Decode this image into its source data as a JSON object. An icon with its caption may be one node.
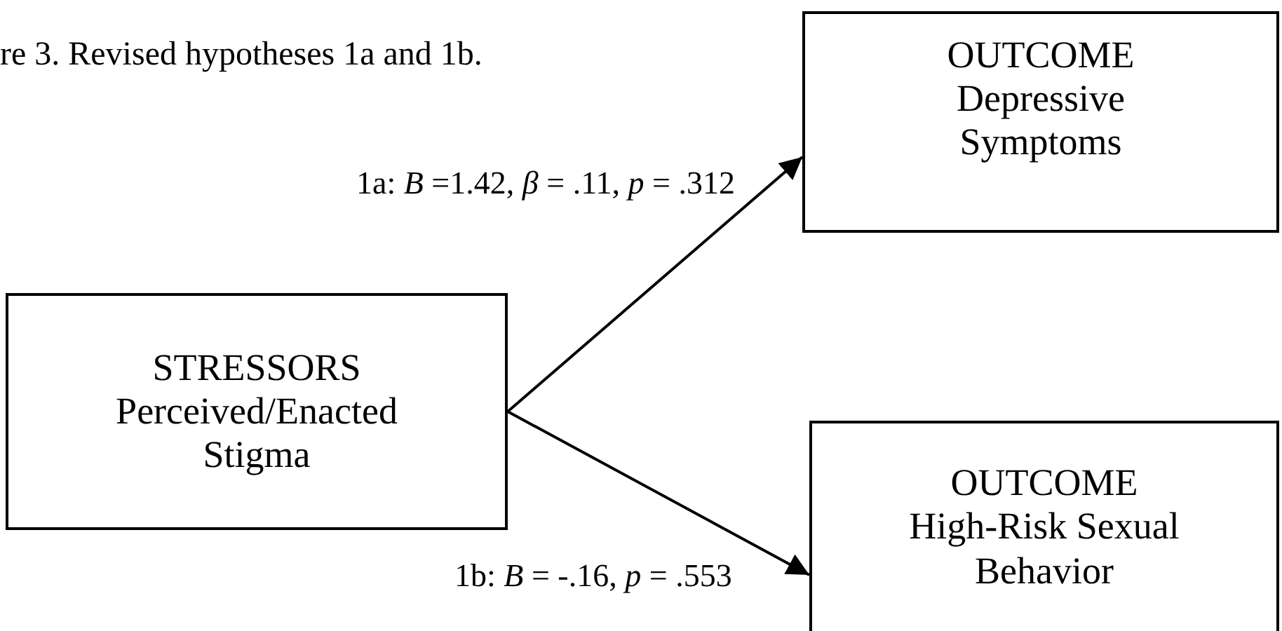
{
  "diagram": {
    "title": "re 3. Revised hypotheses 1a and 1b.",
    "nodes": [
      {
        "text": [
          "STRESSORS",
          "Perceived/Enacted Stigma"
        ]
      },
      {
        "text": [
          "OUTCOME",
          "Depressive Symptoms"
        ]
      },
      {
        "text": [
          "OUTCOME",
          "High-Risk Sexual Behavior"
        ]
      }
    ],
    "edges": [
      {
        "from": 0,
        "to": 1,
        "arrow": "to",
        "label": "1a: *B* =1.42, *β* = .11, *p* = .312"
      },
      {
        "from": 0,
        "to": 2,
        "arrow": "to",
        "label": "1b: *B* = -.16, *p* = .553"
      }
    ]
  }
}
